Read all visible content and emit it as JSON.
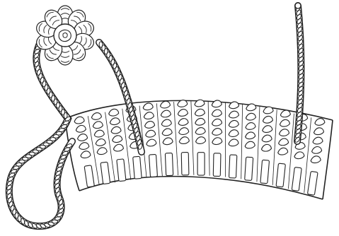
{
  "illustration": {
    "ink_color": "#222222",
    "paper_color": "#ffffff",
    "parts": [
      {
        "name": "crochet-flower"
      },
      {
        "name": "left-chain-cord"
      },
      {
        "name": "right-chain-cord"
      },
      {
        "name": "crochet-band"
      }
    ]
  }
}
